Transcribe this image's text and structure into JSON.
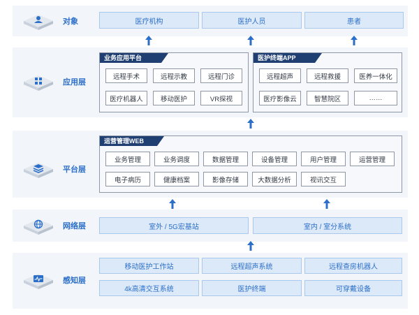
{
  "layers": [
    {
      "name": "对象",
      "icon": "user-icon"
    },
    {
      "name": "应用层",
      "icon": "apps-grid-icon"
    },
    {
      "name": "平台层",
      "icon": "layers-stack-icon"
    },
    {
      "name": "网络层",
      "icon": "globe-icon"
    },
    {
      "name": "感知层",
      "icon": "monitor-pulse-icon"
    }
  ],
  "objects": [
    "医疗机构",
    "医护人员",
    "患者"
  ],
  "app_layer": {
    "business_platform": {
      "title": "业务应用平台",
      "items": [
        "远程手术",
        "远程示教",
        "远程门诊",
        "医疗机器人",
        "移动医护",
        "VR探视"
      ]
    },
    "terminal_app": {
      "title": "医护终端APP",
      "items": [
        "远程超声",
        "远程救援",
        "医养一体化",
        "医疗影像云",
        "智慧院区",
        "……"
      ]
    }
  },
  "platform_layer": {
    "title": "运营管理WEB",
    "items": [
      "业务管理",
      "业务调度",
      "数据管理",
      "设备管理",
      "用户管理",
      "运营管理",
      "电子病历",
      "健康档案",
      "影像存储",
      "大数据分析",
      "视讯交互"
    ]
  },
  "network_layer": [
    "室外 / 5G宏基站",
    "室内 / 室分系统"
  ],
  "perception_layer": [
    "移动医护工作站",
    "远程超声系统",
    "远程查房机器人",
    "4k高清交互系统",
    "医护终端",
    "可穿戴设备"
  ],
  "colors": {
    "accent": "#2c6fc9",
    "box_fill": "#dce9f8",
    "panel_title": "#1f3f73",
    "band": "#f2f5fa"
  }
}
